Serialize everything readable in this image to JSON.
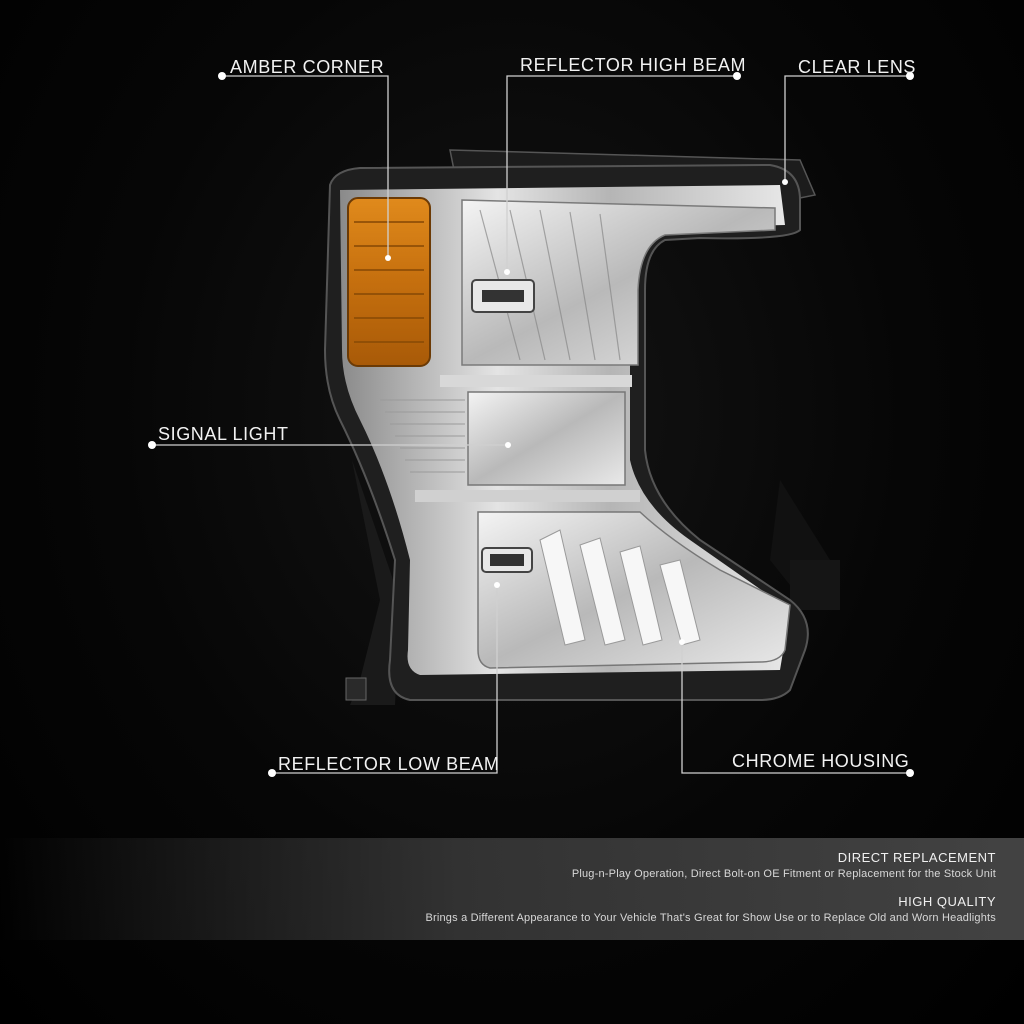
{
  "callouts": {
    "amber_corner": "AMBER CORNER",
    "reflector_high_beam": "REFLECTOR HIGH BEAM",
    "clear_lens": "CLEAR LENS",
    "signal_light": "SIGNAL LIGHT",
    "reflector_low_beam": "REFLECTOR LOW BEAM",
    "chrome_housing": "CHROME HOUSING"
  },
  "features": [
    {
      "title": "DIRECT REPLACEMENT",
      "text": "Plug-n-Play Operation, Direct Bolt-on OE Fitment or Replacement for the Stock Unit"
    },
    {
      "title": "HIGH QUALITY",
      "text": "Brings a Different Appearance to Your Vehicle That's Great for Show Use or to Replace Old and Worn Headlights"
    }
  ],
  "colors": {
    "background": "#000000",
    "amber": "#c8740f",
    "chrome": "#c9c9c9",
    "label_text": "#f2f2f2"
  }
}
